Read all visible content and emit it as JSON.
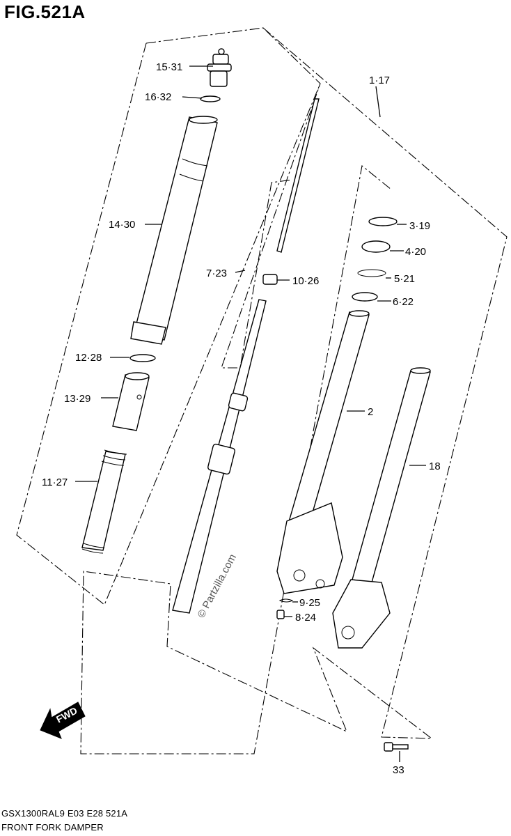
{
  "figure_title": "FIG.521A",
  "footer": {
    "model_line": "GSX1300RAL9  E03  E28  521A",
    "caption": "FRONT FORK DAMPER"
  },
  "watermark": "© Partzilla.com",
  "fwd_label": "FWD",
  "callouts": {
    "c1_17": "1·17",
    "c2": "2",
    "c3_19": "3·19",
    "c4_20": "4·20",
    "c5_21": "5·21",
    "c6_22": "6·22",
    "c7_23": "7·23",
    "c8_24": "8·24",
    "c9_25": "9·25",
    "c10_26": "10·26",
    "c11_27": "11·27",
    "c12_28": "12·28",
    "c13_29": "13·29",
    "c14_30": "14·30",
    "c15_31": "15·31",
    "c16_32": "16·32",
    "c18": "18",
    "c33": "33"
  }
}
